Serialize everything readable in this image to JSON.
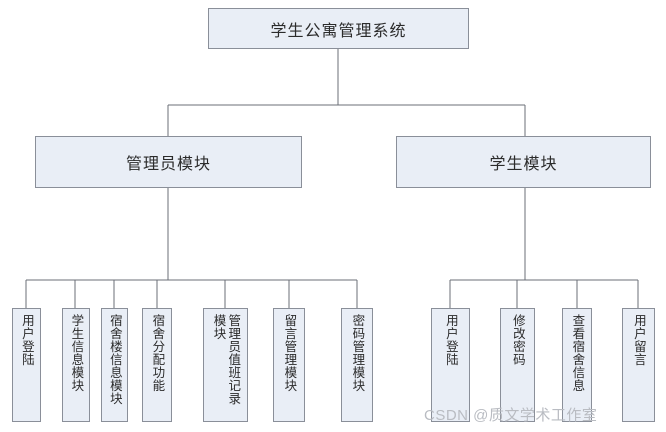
{
  "diagram": {
    "type": "org-chart",
    "title": "学生公寓管理系统",
    "watermark": "CSDN @质文学术工作室",
    "colors": {
      "node_fill": "#e9eef6",
      "node_border": "#8a8f99",
      "connector": "#6b6f77",
      "text": "#2b2b2b",
      "background": "#ffffff",
      "watermark": "#b9bcc2"
    },
    "root": {
      "label": "学生公寓管理系统"
    },
    "modules": [
      {
        "label": "管理员模块"
      },
      {
        "label": "学生模块"
      }
    ],
    "admin_leaves": [
      {
        "label": "用户登陆"
      },
      {
        "label": "学生信息模块"
      },
      {
        "label": "宿舍楼信息模块"
      },
      {
        "label": "宿舍分配功能"
      },
      {
        "label": "管理员值班记录模块"
      },
      {
        "label": "留言管理模块"
      },
      {
        "label": "密码管理模块"
      }
    ],
    "student_leaves": [
      {
        "label": "用户登陆"
      },
      {
        "label": "修改密码"
      },
      {
        "label": "查看宿舍信息"
      },
      {
        "label": "用户留言"
      }
    ]
  }
}
